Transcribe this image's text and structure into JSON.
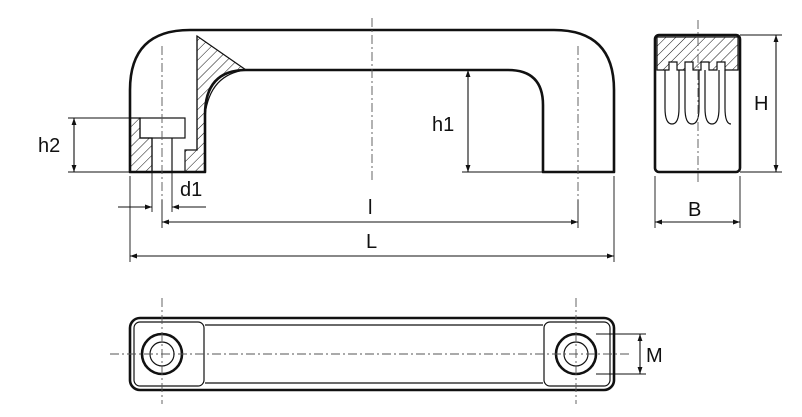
{
  "labels": {
    "h2": "h2",
    "d1": "d1",
    "h1": "h1",
    "l": "l",
    "L": "L",
    "B": "B",
    "H": "H",
    "M": "M"
  },
  "colors": {
    "line": "#111111",
    "centerline": "#555555",
    "background": "#ffffff"
  }
}
